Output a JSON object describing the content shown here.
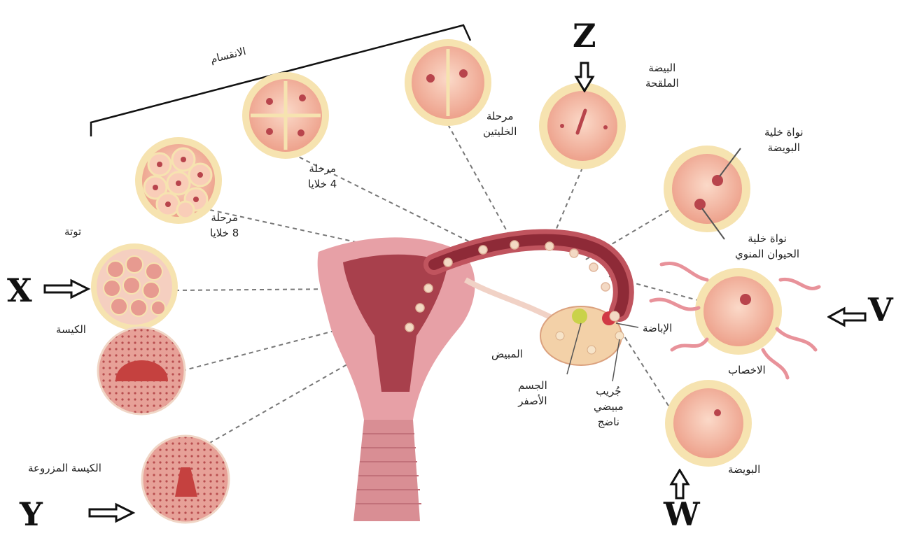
{
  "labels": {
    "division": "الانقسام",
    "two_cell": "مرحلة\nالخليتين",
    "four_cell": "مرحلة\n4 خلايا",
    "eight_cell": "مرحلة\n8 خلايا",
    "morula": "توتة",
    "blastocyst": "الكيسة",
    "implanted": "الكيسة المزروعة",
    "zygote": "البيضة\nالملقحة",
    "egg_nucleus": "نواة خلية\nالبويضة",
    "sperm_nucleus": "نواة خلية\nالحيوان المنوي",
    "ovulation": "الإباضة",
    "fertilization": "الاخصاب",
    "ovum": "البويضة",
    "ovary": "المبيض",
    "corpus_luteum": "الجسم\nالأصفر",
    "follicle": "جُريب\nمبيضي\nناضج"
  },
  "markers": {
    "x": "X",
    "y": "Y",
    "z": "Z",
    "v": "V",
    "w": "W"
  },
  "colors": {
    "uterus": "#e7a0a6",
    "uterus_inner": "#a8404c",
    "cell_ring": "#f6e3b0",
    "cell_fill": "#f3b59e",
    "nucleus": "#b8444c"
  }
}
